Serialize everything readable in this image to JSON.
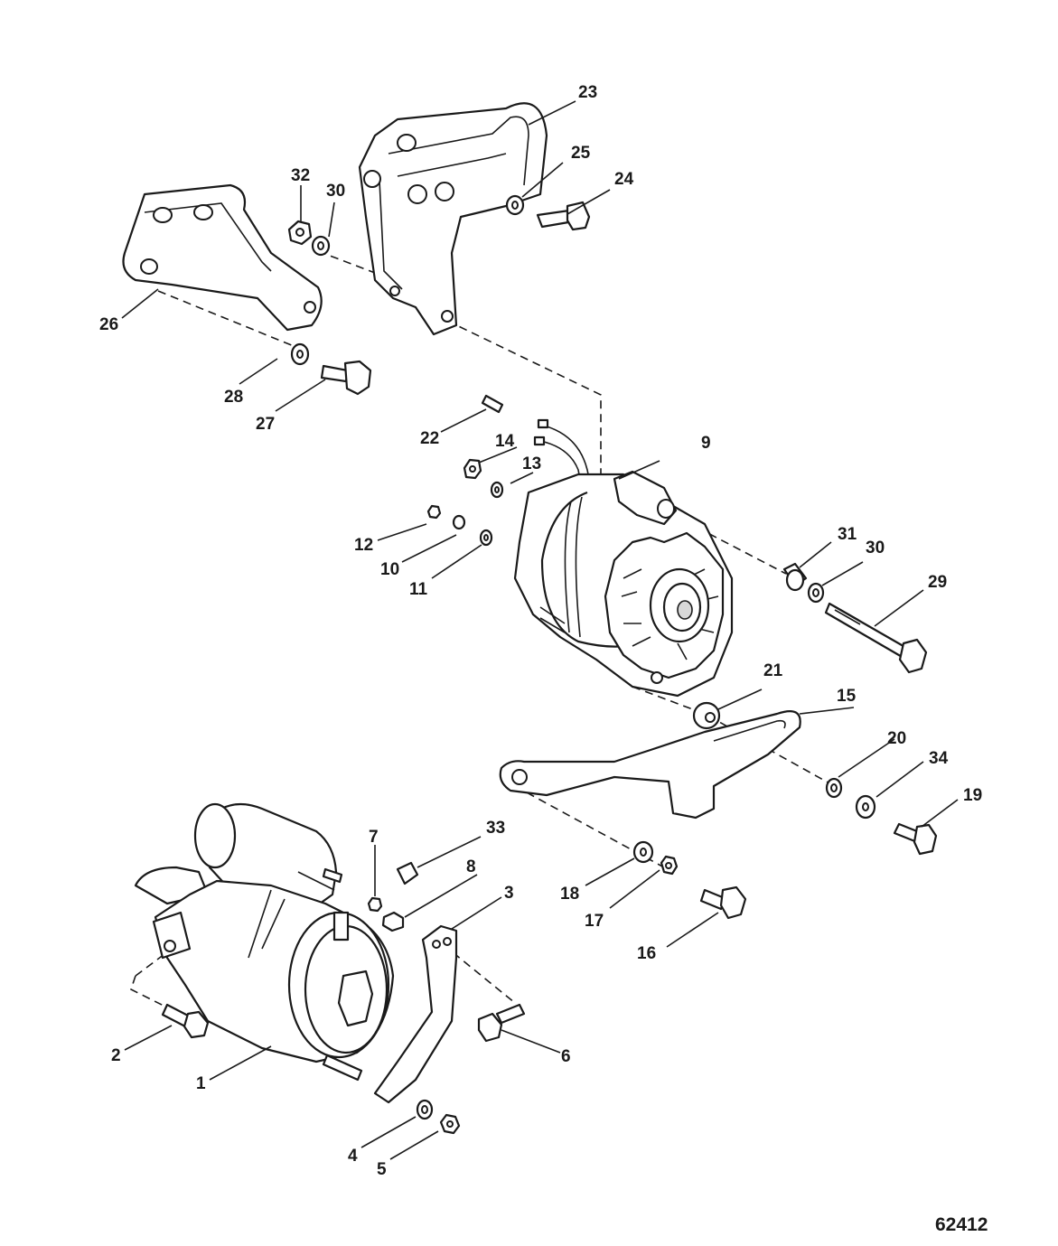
{
  "figure_id": "62412",
  "callouts": [
    {
      "id": "c1",
      "text": "1"
    },
    {
      "id": "c2",
      "text": "2"
    },
    {
      "id": "c3",
      "text": "3"
    },
    {
      "id": "c4",
      "text": "4"
    },
    {
      "id": "c5",
      "text": "5"
    },
    {
      "id": "c6",
      "text": "6"
    },
    {
      "id": "c7",
      "text": "7"
    },
    {
      "id": "c8",
      "text": "8"
    },
    {
      "id": "c9",
      "text": "9"
    },
    {
      "id": "c10",
      "text": "10"
    },
    {
      "id": "c11",
      "text": "11"
    },
    {
      "id": "c12",
      "text": "12"
    },
    {
      "id": "c13",
      "text": "13"
    },
    {
      "id": "c14",
      "text": "14"
    },
    {
      "id": "c15",
      "text": "15"
    },
    {
      "id": "c16",
      "text": "16"
    },
    {
      "id": "c17",
      "text": "17"
    },
    {
      "id": "c18",
      "text": "18"
    },
    {
      "id": "c19",
      "text": "19"
    },
    {
      "id": "c20",
      "text": "20"
    },
    {
      "id": "c21",
      "text": "21"
    },
    {
      "id": "c22",
      "text": "22"
    },
    {
      "id": "c23",
      "text": "23"
    },
    {
      "id": "c24",
      "text": "24"
    },
    {
      "id": "c25",
      "text": "25"
    },
    {
      "id": "c26",
      "text": "26"
    },
    {
      "id": "c27",
      "text": "27"
    },
    {
      "id": "c28",
      "text": "28"
    },
    {
      "id": "c29",
      "text": "29"
    },
    {
      "id": "c30a",
      "text": "30"
    },
    {
      "id": "c30b",
      "text": "30"
    },
    {
      "id": "c31",
      "text": "31"
    },
    {
      "id": "c32",
      "text": "32"
    },
    {
      "id": "c33",
      "text": "33"
    },
    {
      "id": "c34",
      "text": "34"
    }
  ]
}
